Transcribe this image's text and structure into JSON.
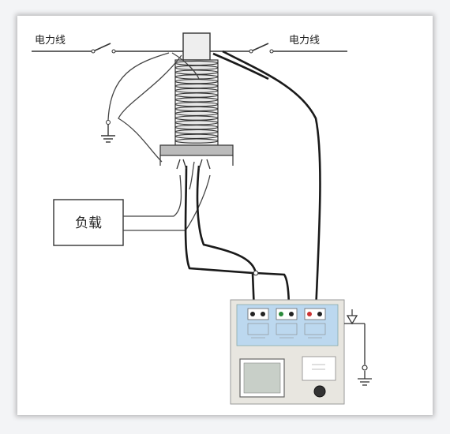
{
  "diagram": {
    "power_line_left_label": "电力线",
    "power_line_right_label": "电力线",
    "load_label": "负载"
  },
  "colors": {
    "panel_blue": "#bcd8ef",
    "instrument_body": "#e8e6e0",
    "wire": "#1a1a1a"
  }
}
